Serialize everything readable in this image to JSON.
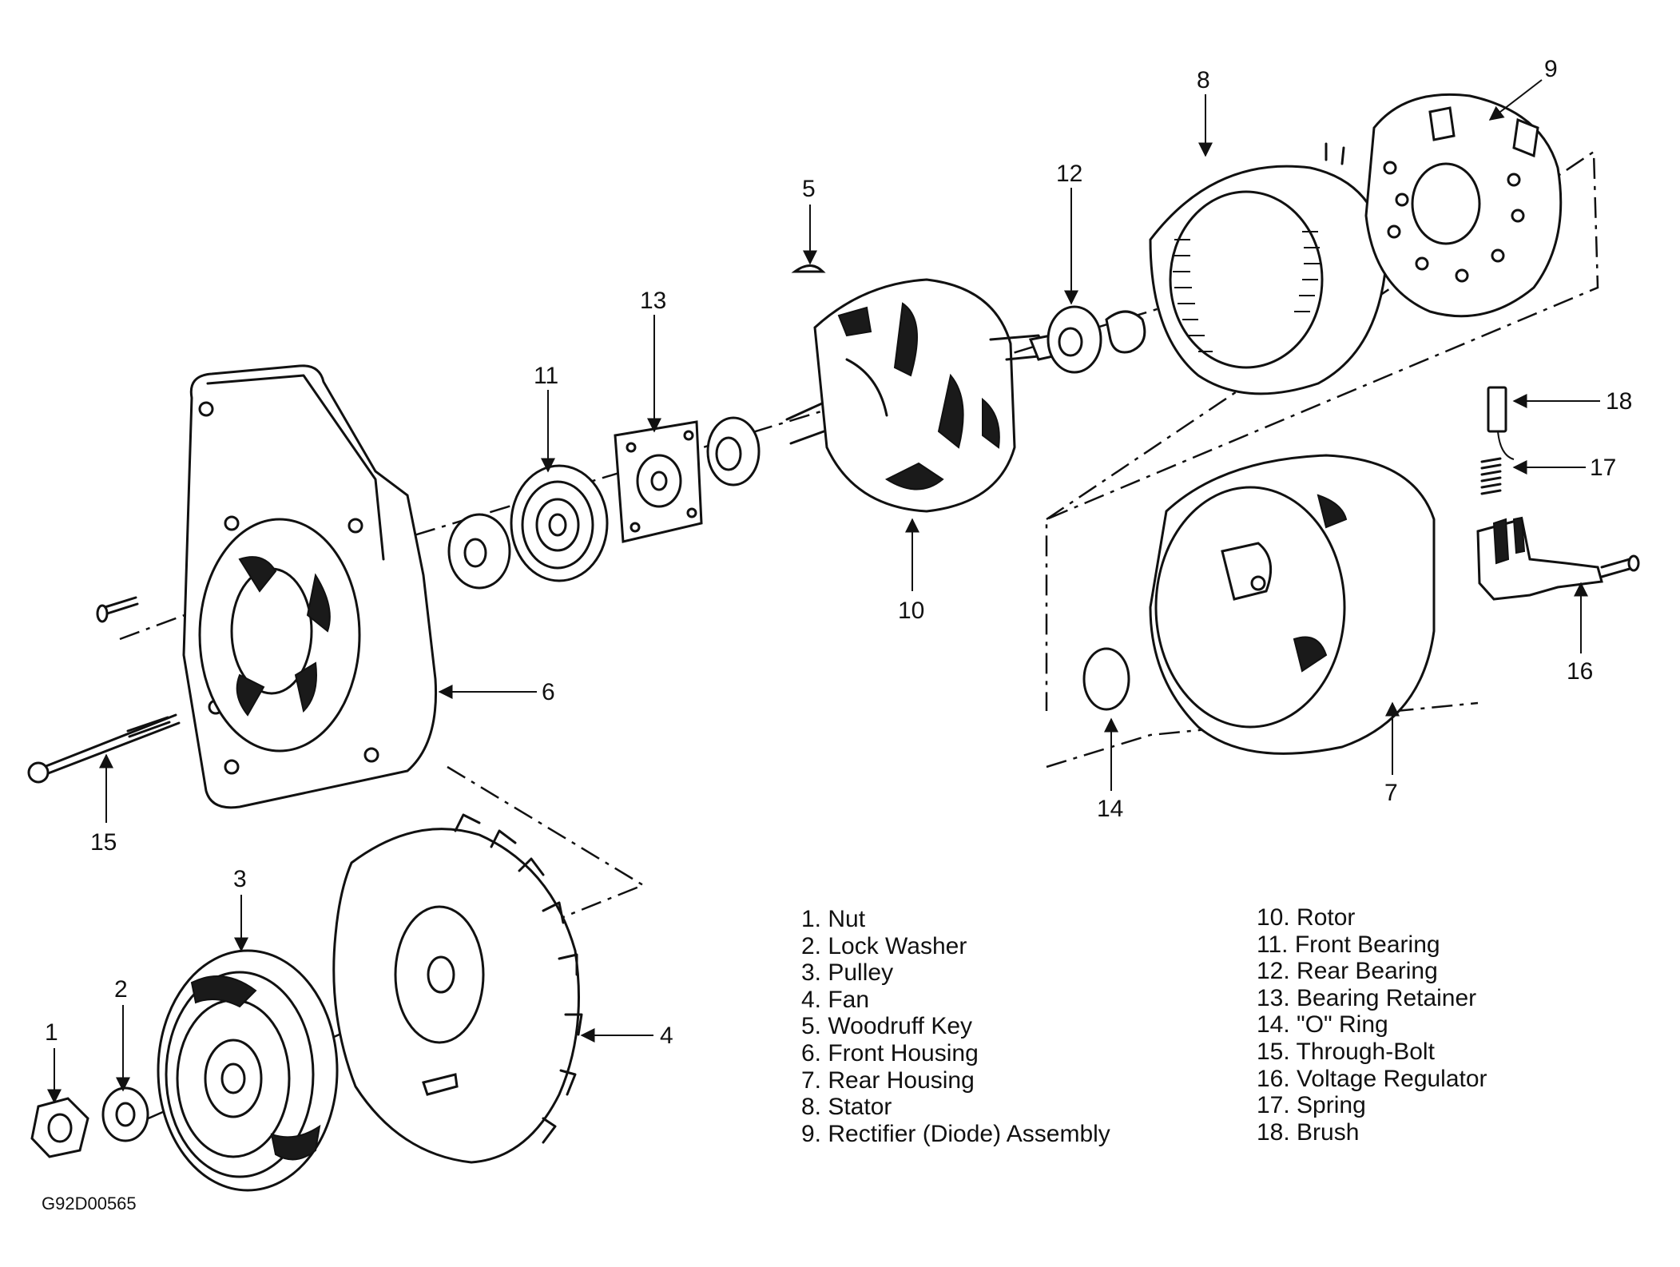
{
  "callouts": {
    "c1": "1",
    "c2": "2",
    "c3": "3",
    "c4": "4",
    "c5": "5",
    "c6": "6",
    "c7": "7",
    "c8": "8",
    "c9": "9",
    "c10": "10",
    "c11": "11",
    "c12": "12",
    "c13": "13",
    "c14": "14",
    "c15": "15",
    "c16": "16",
    "c17": "17",
    "c18": "18"
  },
  "legend_left": [
    "1. Nut",
    "2. Lock Washer",
    "3. Pulley",
    "4. Fan",
    "5. Woodruff Key",
    "6. Front Housing",
    "7. Rear Housing",
    "8. Stator",
    "9. Rectifier (Diode) Assembly"
  ],
  "legend_right": [
    "10. Rotor",
    "11. Front Bearing",
    "12. Rear Bearing",
    "13. Bearing Retainer",
    "14. \"O\" Ring",
    "15. Through-Bolt",
    "16. Voltage Regulator",
    "17. Spring",
    "18. Brush"
  ],
  "figure_code": "G92D00565"
}
